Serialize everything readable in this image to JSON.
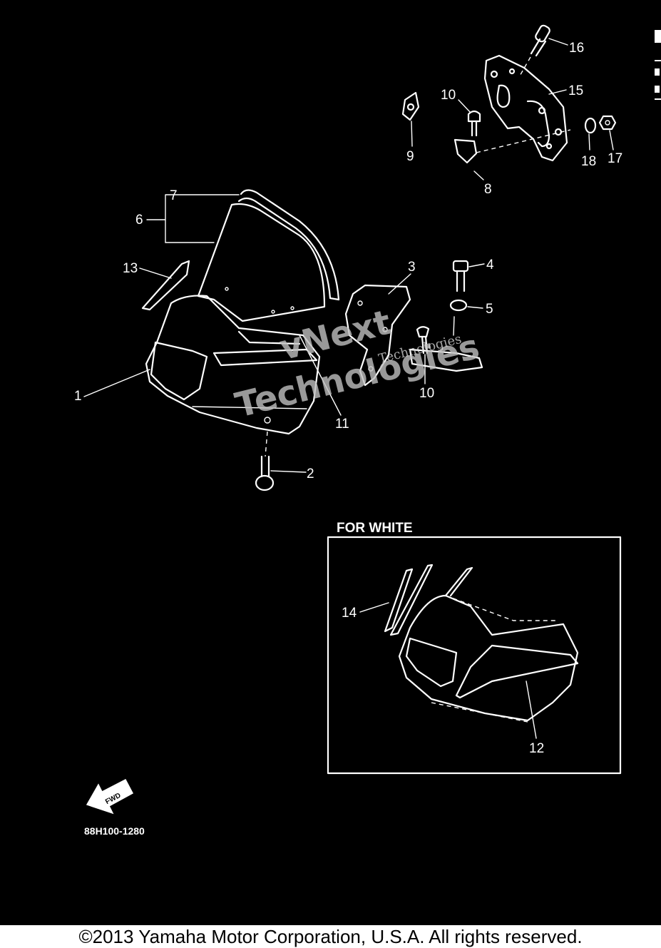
{
  "diagram": {
    "callouts": {
      "c1": "1",
      "c2": "2",
      "c3": "3",
      "c4": "4",
      "c5": "5",
      "c6": "6",
      "c7": "7",
      "c8": "8",
      "c9": "9",
      "c10a": "10",
      "c10b": "10",
      "c11": "11",
      "c12": "12",
      "c13": "13",
      "c14": "14",
      "c15": "15",
      "c16": "16",
      "c17": "17",
      "c18": "18"
    },
    "inset_title": "FOR WHITE",
    "reference_code": "88H100-1280",
    "fwd_label": "FWD",
    "watermark_line1": "vNext",
    "watermark_line2": "Technologies",
    "watermark_small": "Technologies"
  },
  "footer": {
    "copyright": "©2013 Yamaha Motor Corporation, U.S.A. All rights reserved."
  },
  "colors": {
    "background": "#000000",
    "linework": "#ffffff",
    "page": "#ffffff"
  }
}
